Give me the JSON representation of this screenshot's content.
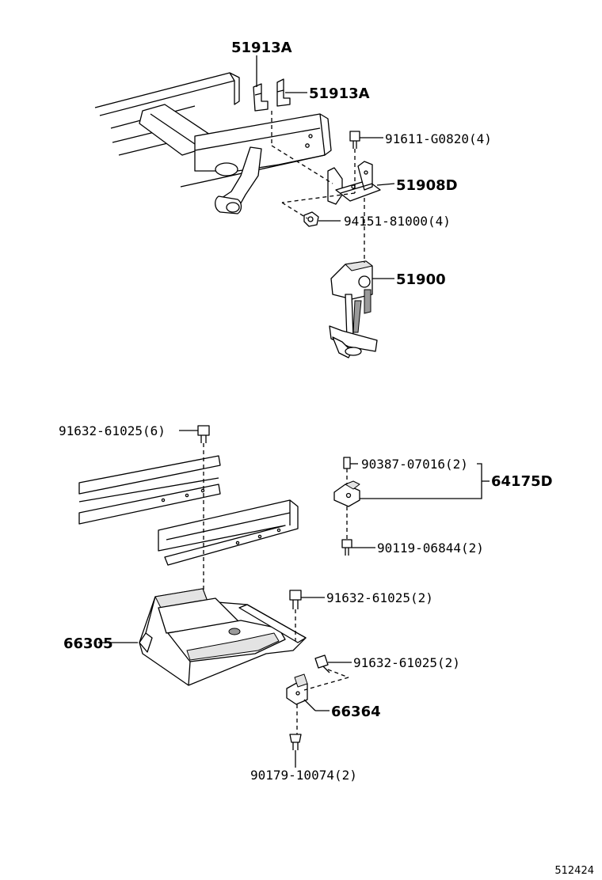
{
  "diagram": {
    "reference_number": "512424",
    "upper_group": {
      "labels": {
        "bracket_a_top": "51913A",
        "bracket_a_side": "51913A",
        "bolt": "91611-G0820(4)",
        "bracket_d": "51908D",
        "nut": "94151-81000(4)",
        "carrier": "51900"
      }
    },
    "lower_group": {
      "labels": {
        "bolt_top": "91632-61025(6)",
        "clip": "90387-07016(2)",
        "bracket_assy": "64175D",
        "screw": "90119-06844(2)",
        "bolt_mid": "91632-61025(2)",
        "protector": "66305",
        "bolt_side": "91632-61025(2)",
        "bracket_small": "66364",
        "clip_bottom": "90179-10074(2)"
      }
    }
  }
}
